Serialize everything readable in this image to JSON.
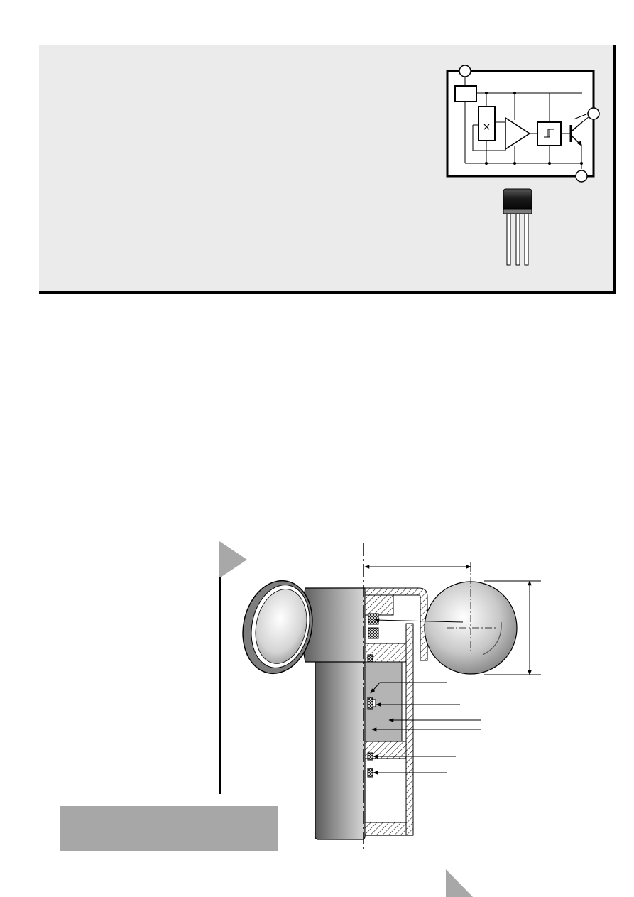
{
  "page": {
    "background": "#ffffff",
    "panel_color": "#ebebeb",
    "caption_box_color": "#a7a7a7",
    "marker_color": "#a8a8a8",
    "text_blocks": []
  },
  "circuit_diagram": {
    "blocks": [
      "voltage-regulator",
      "hall-element",
      "amplifier",
      "schmitt-trigger",
      "output-transistor"
    ],
    "terminals": 3,
    "labels": []
  },
  "sensor_package": {
    "type": "3-pin-transistor-package",
    "pin_count": 3
  },
  "sectional_drawing": {
    "components": [
      "magnet-cap",
      "hollow-shaft",
      "flux-plate",
      "ball",
      "hall-ic",
      "housing"
    ],
    "leader_lines": 7,
    "labels": []
  }
}
